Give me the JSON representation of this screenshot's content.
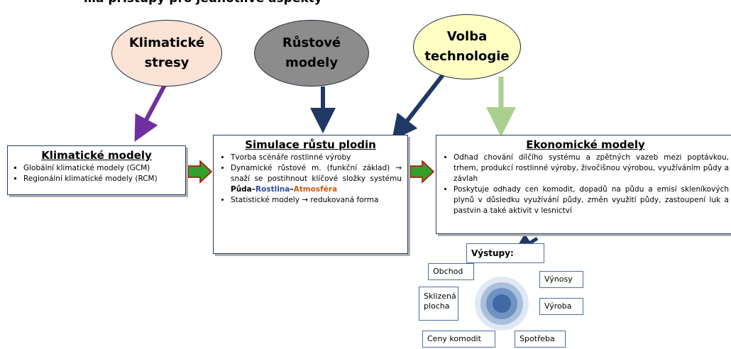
{
  "header_text": "…a přístupy pro jednotlivé aspekty",
  "bubbles": {
    "climatic_stress": {
      "line1": "Klimatické",
      "line2": "stresy",
      "fill": "#fbe3d6"
    },
    "growth_models": {
      "line1": "Růstové",
      "line2": "modely",
      "fill": "#8c8c8c"
    },
    "technology_choice": {
      "line1": "Volba",
      "line2": "technologie",
      "fill": "#ffffc4"
    }
  },
  "climate_models": {
    "title": "Klimatické modely",
    "items": [
      "Globální klimatické modely (GCM)",
      "Regionální klimatické modely (RCM)"
    ]
  },
  "crop_simulation": {
    "title": "Simulace růstu plodin",
    "items": [
      "Tvorba scénáře rostlinné výroby",
      "Dynamické růstové m. (funkční základ) → snaží se postihnout klíčové složky systému",
      "Statistické modely → redukovaná forma"
    ],
    "system_soil": "Půda",
    "system_plant": "Rostlina",
    "system_atmosphere": "Atmosféra"
  },
  "economic_models": {
    "title": "Ekonomické modely",
    "items": [
      "Odhad chování dílčího systému a zpětných vazeb mezi poptávkou, trhem, produkcí rostlinné výroby, živočišnou výrobou, využíváním půdy a závlah",
      "Poskytuje odhady cen komodit, dopadů na půdu a emisí skleníkových plynů v důsledku využívání půdy, změn využití půdy, zastoupení luk a pastvin a také aktivit v lesnictví"
    ]
  },
  "outputs": {
    "label": "Výstupy:",
    "items": {
      "trade": "Obchod",
      "yields": "Výnosy",
      "harvested_area": "Sklizená plocha",
      "production": "Výroba",
      "commodity_prices": "Ceny komodit",
      "consumption": "Spotřeba"
    }
  },
  "colors": {
    "purple_arrow": "#7030a0",
    "navy_arrow": "#1f3864",
    "green_arrow": "#a9d08e",
    "block_arrow_fill": "#33a02c",
    "block_arrow_border": "#c00000",
    "plant_text": "#2e4a9e",
    "atmosphere_text": "#c55a11"
  }
}
